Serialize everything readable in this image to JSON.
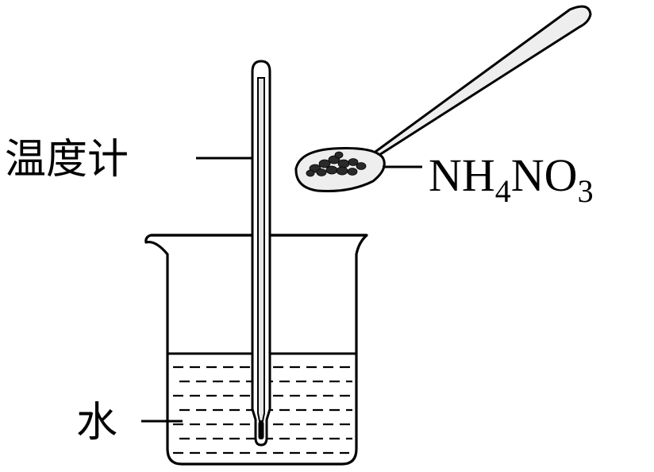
{
  "labels": {
    "thermometer": "温度计",
    "water": "水",
    "reagent": {
      "part1": "NH",
      "sub1": "4",
      "part2": "NO",
      "sub2": "3"
    }
  },
  "colors": {
    "ink": "#000000",
    "background": "#ffffff",
    "glass_fill": "#e6e6e6",
    "spoon_fill": "#eeeeee",
    "granules": "#2a2a2a"
  }
}
